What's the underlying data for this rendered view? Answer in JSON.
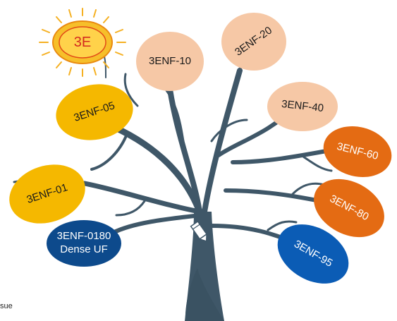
{
  "colors": {
    "trunk": "#3f5768",
    "peach": "#f6c8a6",
    "amber": "#f5b800",
    "orange": "#e46b13",
    "blue": "#0b5cb5",
    "navy": "#0d4a8c",
    "sun": "#f5b021",
    "sun_text": "#d42b1e"
  },
  "sun": {
    "label": "3E",
    "icon": "sun-icon"
  },
  "nodes": [
    {
      "id": "3enf-20",
      "label": "3ENF-20",
      "color": "peach"
    },
    {
      "id": "3enf-10",
      "label": "3ENF-10",
      "color": "peach"
    },
    {
      "id": "3enf-40",
      "label": "3ENF-40",
      "color": "peach"
    },
    {
      "id": "3enf-05",
      "label": "3ENF-05",
      "color": "amber"
    },
    {
      "id": "3enf-60",
      "label": "3ENF-60",
      "color": "orange"
    },
    {
      "id": "3enf-01",
      "label": "3ENF-01",
      "color": "amber"
    },
    {
      "id": "3enf-80",
      "label": "3ENF-80",
      "color": "orange"
    },
    {
      "id": "3enf-0180",
      "label_line1": "3ENF-0180",
      "label_line2": "Dense UF",
      "color": "navy"
    },
    {
      "id": "3enf-95",
      "label": "3ENF-95",
      "color": "blue"
    }
  ],
  "footnote": "sue"
}
